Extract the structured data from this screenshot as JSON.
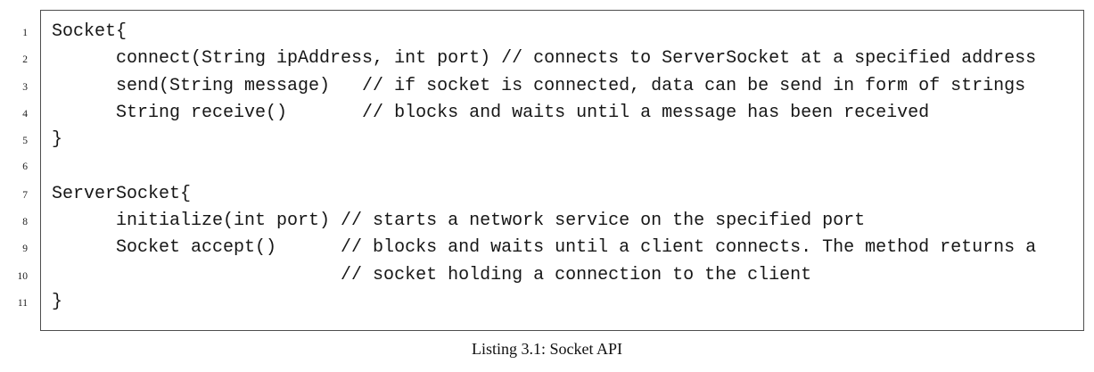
{
  "listing": {
    "caption": "Listing 3.1: Socket API",
    "lines": [
      {
        "num": "1",
        "text": "Socket{"
      },
      {
        "num": "2",
        "text": "      connect(String ipAddress, int port) // connects to ServerSocket at a specified address"
      },
      {
        "num": "3",
        "text": "      send(String message)   // if socket is connected, data can be send in form of strings"
      },
      {
        "num": "4",
        "text": "      String receive()       // blocks and waits until a message has been received"
      },
      {
        "num": "5",
        "text": "}"
      },
      {
        "num": "6",
        "text": ""
      },
      {
        "num": "7",
        "text": "ServerSocket{"
      },
      {
        "num": "8",
        "text": "      initialize(int port) // starts a network service on the specified port"
      },
      {
        "num": "9",
        "text": "      Socket accept()      // blocks and waits until a client connects. The method returns a"
      },
      {
        "num": "10",
        "text": "                           // socket holding a connection to the client"
      },
      {
        "num": "11",
        "text": "}"
      }
    ]
  },
  "colors": {
    "frame_border": "#4e4e4e",
    "code_text": "#161616"
  }
}
